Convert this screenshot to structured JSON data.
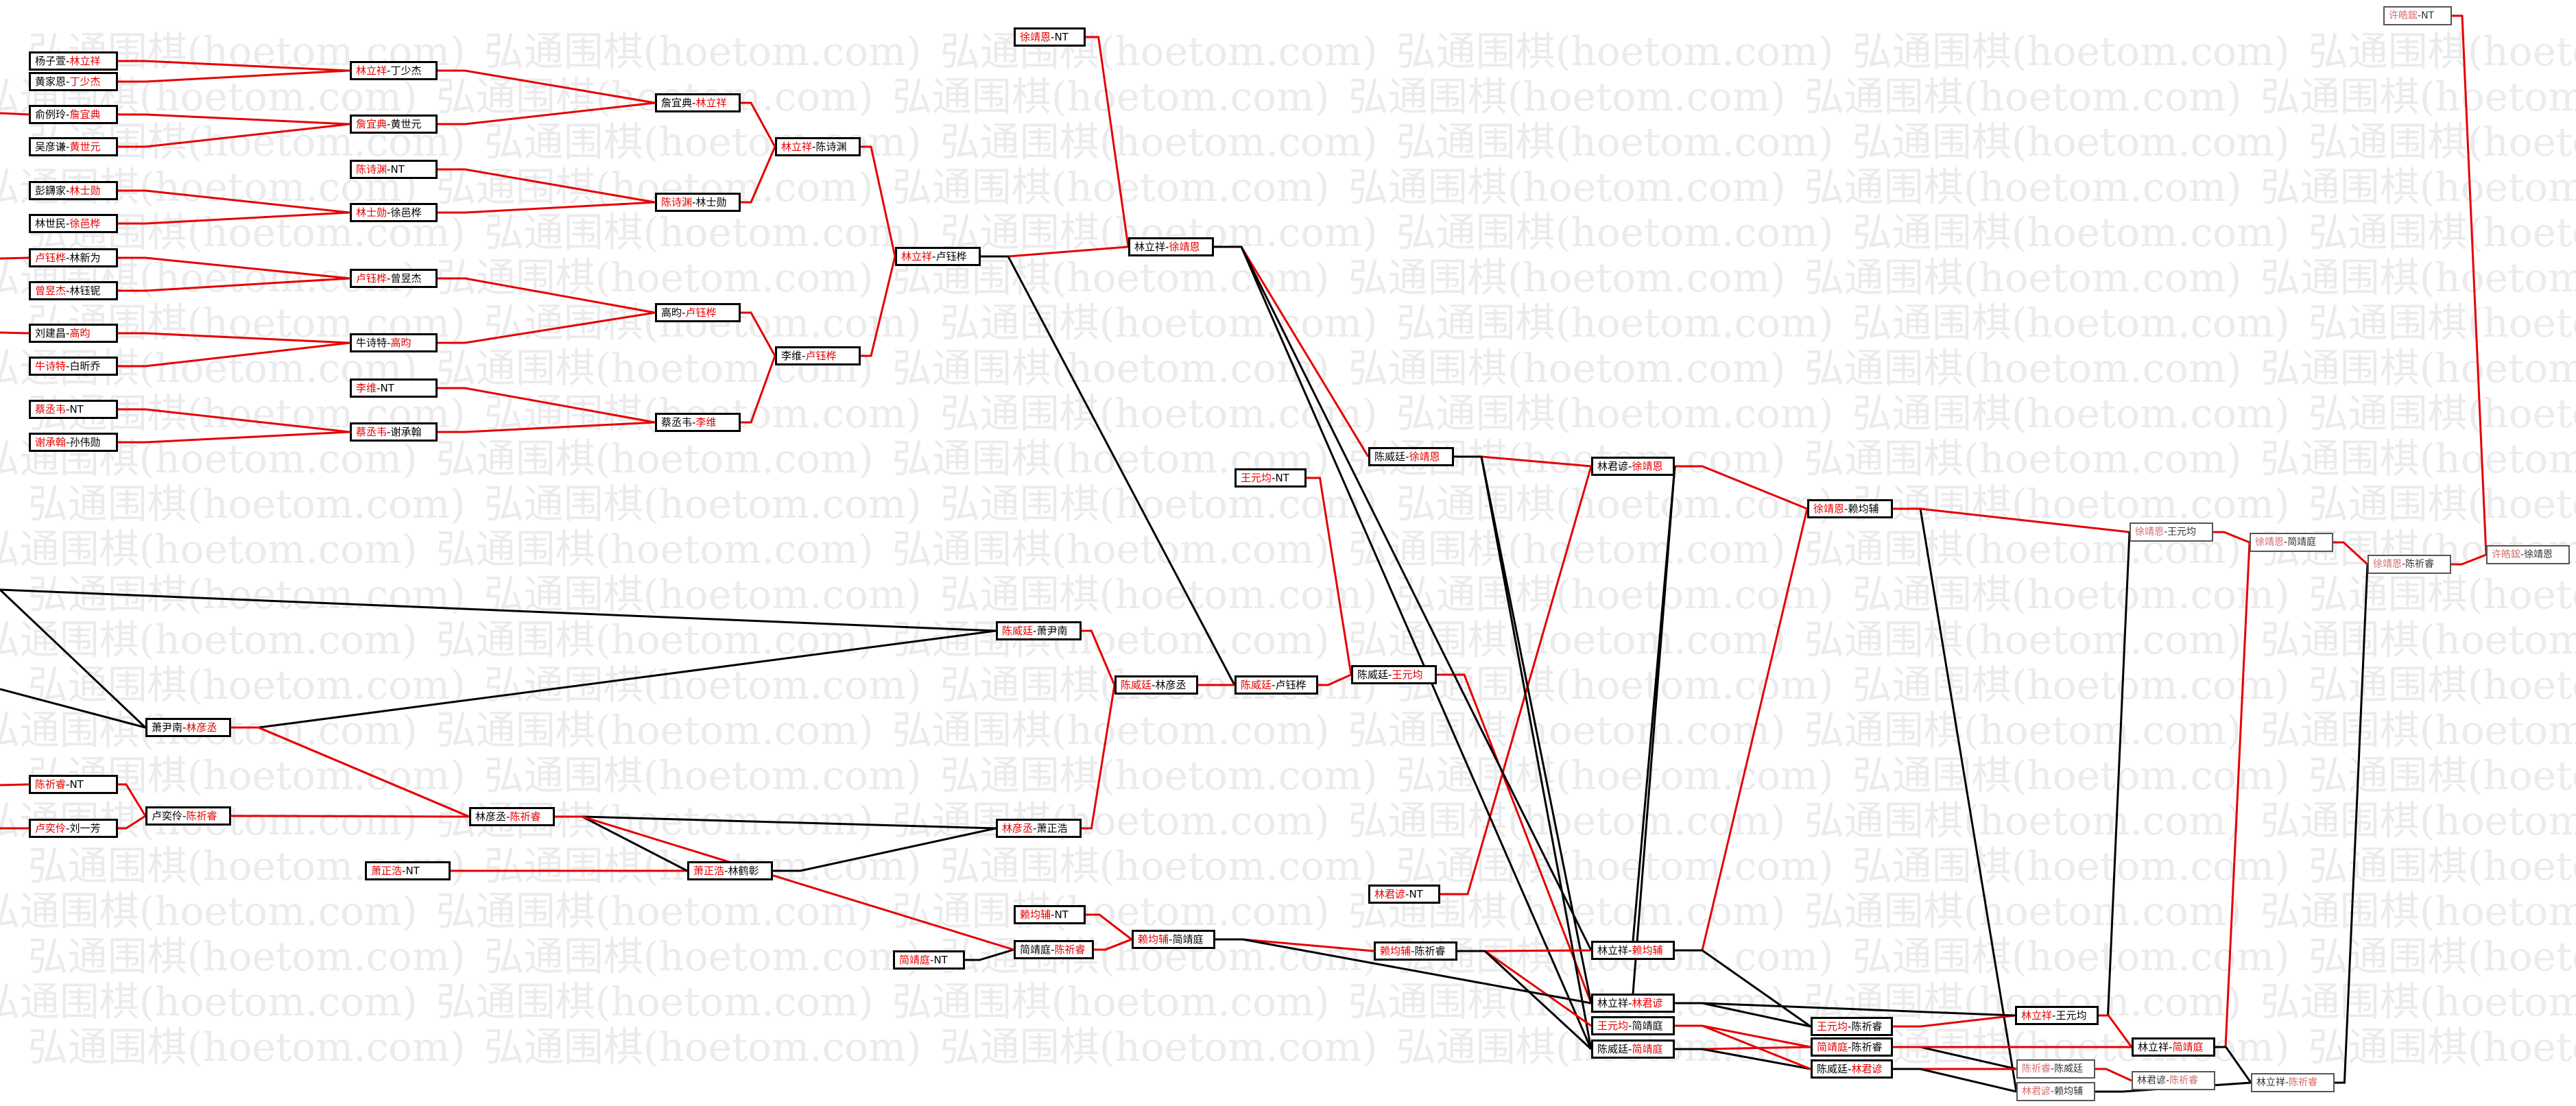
{
  "watermark": "弘通围棋(hoetom.com)",
  "colors": {
    "winner": "#e60000",
    "edge_win": "#e60000",
    "edge_other": "#000000",
    "faded_win": "#d86a6a"
  },
  "nodes": [
    {
      "id": "r1a",
      "a": "杨子萱",
      "b": "林立祥",
      "w": "b"
    },
    {
      "id": "r1b",
      "a": "黄家恩",
      "b": "丁少杰",
      "w": "b"
    },
    {
      "id": "r1c",
      "a": "俞例玲",
      "b": "詹宜典",
      "w": "b"
    },
    {
      "id": "r1d",
      "a": "吴彦谦",
      "b": "黄世元",
      "w": "b"
    },
    {
      "id": "r1e",
      "a": "彭鑮家",
      "b": "林士勋",
      "w": "b"
    },
    {
      "id": "r1f",
      "a": "林世民",
      "b": "徐邑桦",
      "w": "b"
    },
    {
      "id": "r1g",
      "a": "卢钰桦",
      "b": "林新为",
      "w": "a"
    },
    {
      "id": "r1h",
      "a": "曾昱杰",
      "b": "林钰铌",
      "w": "a"
    },
    {
      "id": "r1i",
      "a": "刘建昌",
      "b": "高昀",
      "w": "b"
    },
    {
      "id": "r1j",
      "a": "牛诗特",
      "b": "白昕乔",
      "w": "a"
    },
    {
      "id": "r1k",
      "a": "蔡丞韦",
      "b": "NT",
      "w": "a"
    },
    {
      "id": "r1l",
      "a": "谢承翰",
      "b": "孙伟勋",
      "w": "a"
    },
    {
      "id": "r1m",
      "a": "陈祈睿",
      "b": "NT",
      "w": "a"
    },
    {
      "id": "r1n",
      "a": "卢奕伶",
      "b": "刘一芳",
      "w": "a"
    },
    {
      "id": "r2a",
      "a": "林立祥",
      "b": "丁少杰",
      "w": "a"
    },
    {
      "id": "r2b",
      "a": "詹宜典",
      "b": "黄世元",
      "w": "a"
    },
    {
      "id": "r2c",
      "a": "陈诗渊",
      "b": "NT",
      "w": "a"
    },
    {
      "id": "r2d",
      "a": "林士勋",
      "b": "徐邑桦",
      "w": "a"
    },
    {
      "id": "r2e",
      "a": "卢钰桦",
      "b": "曾昱杰",
      "w": "a"
    },
    {
      "id": "r2f",
      "a": "牛诗特",
      "b": "高昀",
      "w": "b"
    },
    {
      "id": "r2g",
      "a": "李维",
      "b": "NT",
      "w": "a"
    },
    {
      "id": "r2h",
      "a": "蔡丞韦",
      "b": "谢承翰",
      "w": "a"
    },
    {
      "id": "r2i",
      "a": "萧尹南",
      "b": "林彦丞",
      "w": "b"
    },
    {
      "id": "r2j",
      "a": "卢奕伶",
      "b": "陈祈睿",
      "w": "b"
    },
    {
      "id": "r2k",
      "a": "萧正浩",
      "b": "NT",
      "w": "a"
    },
    {
      "id": "r3a",
      "a": "詹宜典",
      "b": "林立祥",
      "w": "b"
    },
    {
      "id": "r3b",
      "a": "陈诗渊",
      "b": "林士勋",
      "w": "a"
    },
    {
      "id": "r3c",
      "a": "高昀",
      "b": "卢钰桦",
      "w": "b"
    },
    {
      "id": "r3d",
      "a": "蔡丞韦",
      "b": "李维",
      "w": "b"
    },
    {
      "id": "r3e",
      "a": "林彦丞",
      "b": "陈祈睿",
      "w": "b"
    },
    {
      "id": "r3f",
      "a": "萧正浩",
      "b": "林鹤彰",
      "w": "a"
    },
    {
      "id": "r4a",
      "a": "林立祥",
      "b": "陈诗渊",
      "w": "a"
    },
    {
      "id": "r4b",
      "a": "李维",
      "b": "卢钰桦",
      "w": "b"
    },
    {
      "id": "r4c",
      "a": "陈威廷",
      "b": "萧尹南",
      "w": "a"
    },
    {
      "id": "r4d",
      "a": "林彦丞",
      "b": "萧正浩",
      "w": "a"
    },
    {
      "id": "r4e",
      "a": "赖均辅",
      "b": "NT",
      "w": "a"
    },
    {
      "id": "r4f",
      "a": "简靖庭",
      "b": "陈祈睿",
      "w": "b"
    },
    {
      "id": "r4g",
      "a": "简靖庭",
      "b": "NT",
      "w": "a"
    },
    {
      "id": "r5a",
      "a": "徐靖恩",
      "b": "NT",
      "w": "a"
    },
    {
      "id": "r5b",
      "a": "林立祥",
      "b": "卢钰桦",
      "w": "a"
    },
    {
      "id": "r5c",
      "a": "陈威廷",
      "b": "林彦丞",
      "w": "a"
    },
    {
      "id": "r5d",
      "a": "赖均辅",
      "b": "简靖庭",
      "w": "a"
    },
    {
      "id": "r6a",
      "a": "林立祥",
      "b": "徐靖恩",
      "w": "b"
    },
    {
      "id": "r6b",
      "a": "王元均",
      "b": "NT",
      "w": "a"
    },
    {
      "id": "r6c",
      "a": "陈威廷",
      "b": "卢钰桦",
      "w": "a"
    },
    {
      "id": "r7a",
      "a": "陈威廷",
      "b": "徐靖恩",
      "w": "b"
    },
    {
      "id": "r7b",
      "a": "陈威廷",
      "b": "王元均",
      "w": "b"
    },
    {
      "id": "r7c",
      "a": "赖均辅",
      "b": "陈祈睿",
      "w": "a"
    },
    {
      "id": "r7d",
      "a": "林君谚",
      "b": "NT",
      "w": "a"
    },
    {
      "id": "r8a",
      "a": "林君谚",
      "b": "徐靖恩",
      "w": "b"
    },
    {
      "id": "r8b",
      "a": "林立祥",
      "b": "赖均辅",
      "w": "b"
    },
    {
      "id": "r8c",
      "a": "林立祥",
      "b": "林君谚",
      "w": "b"
    },
    {
      "id": "r8d",
      "a": "王元均",
      "b": "简靖庭",
      "w": "a"
    },
    {
      "id": "r8e",
      "a": "陈威廷",
      "b": "简靖庭",
      "w": "b"
    },
    {
      "id": "r9a",
      "a": "徐靖恩",
      "b": "赖均辅",
      "w": "a"
    },
    {
      "id": "r9b",
      "a": "王元均",
      "b": "陈祈睿",
      "w": "a"
    },
    {
      "id": "r9c",
      "a": "简靖庭",
      "b": "陈祈睿",
      "w": "a"
    },
    {
      "id": "r9d",
      "a": "陈威廷",
      "b": "林君谚",
      "w": "b"
    },
    {
      "id": "r10a",
      "a": "林立祥",
      "b": "王元均",
      "w": "a"
    },
    {
      "id": "r10b",
      "a": "陈祈睿",
      "b": "陈威廷",
      "w": "a",
      "dim": true
    },
    {
      "id": "r10c",
      "a": "林君谚",
      "b": "赖均辅",
      "w": "a",
      "dim": true
    },
    {
      "id": "r11a",
      "a": "徐靖恩",
      "b": "王元均",
      "w": "a",
      "dim": true
    },
    {
      "id": "r11b",
      "a": "林立祥",
      "b": "简靖庭",
      "w": "b"
    },
    {
      "id": "r11c",
      "a": "林君谚",
      "b": "陈祈睿",
      "w": "b",
      "dim": true
    },
    {
      "id": "r12a",
      "a": "徐靖恩",
      "b": "简靖庭",
      "w": "a",
      "dim": true
    },
    {
      "id": "r12b",
      "a": "林立祥",
      "b": "陈祈睿",
      "w": "b",
      "dim": true
    },
    {
      "id": "r13a",
      "a": "徐靖恩",
      "b": "陈祈睿",
      "w": "a",
      "dim": true
    },
    {
      "id": "r14a",
      "a": "许皓鋐",
      "b": "徐靖恩",
      "w": "a",
      "dim": true
    },
    {
      "id": "r14b",
      "a": "许皓鋐",
      "b": "NT",
      "w": "a",
      "dim": true
    }
  ]
}
